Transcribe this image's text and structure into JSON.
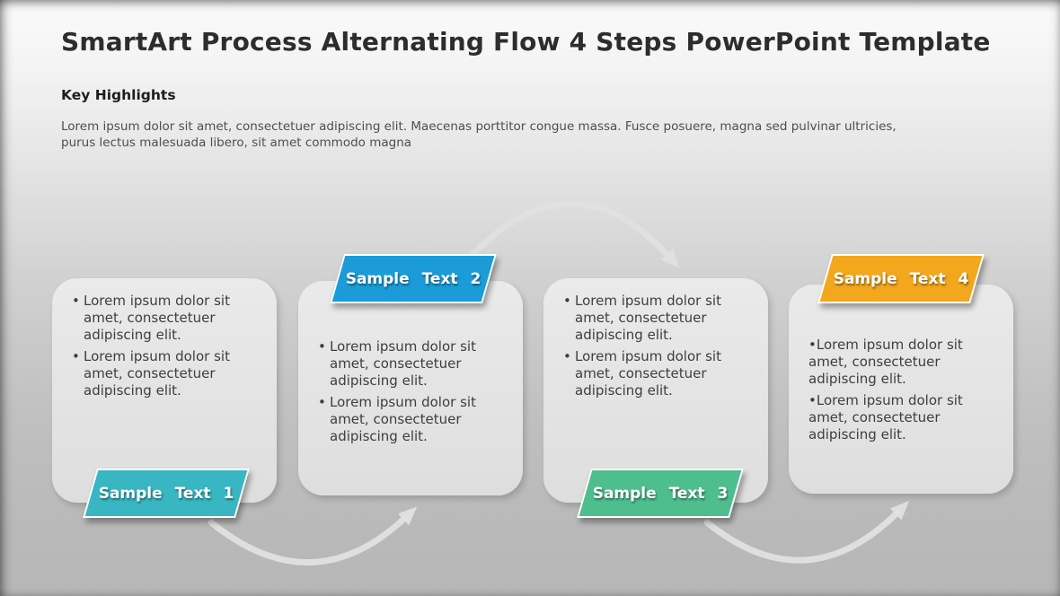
{
  "doc": {
    "title": "SmartArt Process Alternating Flow 4 Steps PowerPoint Template",
    "section_heading": "Key Highlights",
    "paragraph_lines": [
      "Lorem ipsum dolor sit amet, consectetuer adipiscing elit. Maecenas porttitor congue massa. Fusce posuere, magna sed pulvinar ultricies,",
      "purus lectus malesuada libero, sit amet commodo magna"
    ]
  },
  "steps": [
    {
      "label": "Sample Text 1",
      "color": "#38b6c2",
      "tag_position": "bottom",
      "bullets": [
        "Lorem ipsum dolor sit amet, consectetuer adipiscing elit.",
        "Lorem ipsum dolor sit amet, consectetuer adipiscing elit."
      ]
    },
    {
      "label": "Sample Text 2",
      "color": "#1b9cd8",
      "tag_position": "top",
      "bullets": [
        "Lorem ipsum dolor sit amet, consectetuer adipiscing elit.",
        "Lorem ipsum dolor sit amet, consectetuer adipiscing elit."
      ]
    },
    {
      "label": "Sample Text 3",
      "color": "#4ebe8f",
      "tag_position": "bottom",
      "bullets": [
        "Lorem ipsum dolor sit amet, consectetuer adipiscing elit.",
        "Lorem ipsum dolor sit amet, consectetuer adipiscing elit."
      ]
    },
    {
      "label": "Sample Text 4",
      "color": "#f3a71d",
      "tag_position": "top",
      "bullets": [
        "Lorem ipsum dolor sit amet, consectetuer adipiscing elit.",
        "Lorem ipsum dolor sit amet, consectetuer adipiscing elit."
      ]
    }
  ],
  "arrows": {
    "color": "#e0e0e0"
  }
}
